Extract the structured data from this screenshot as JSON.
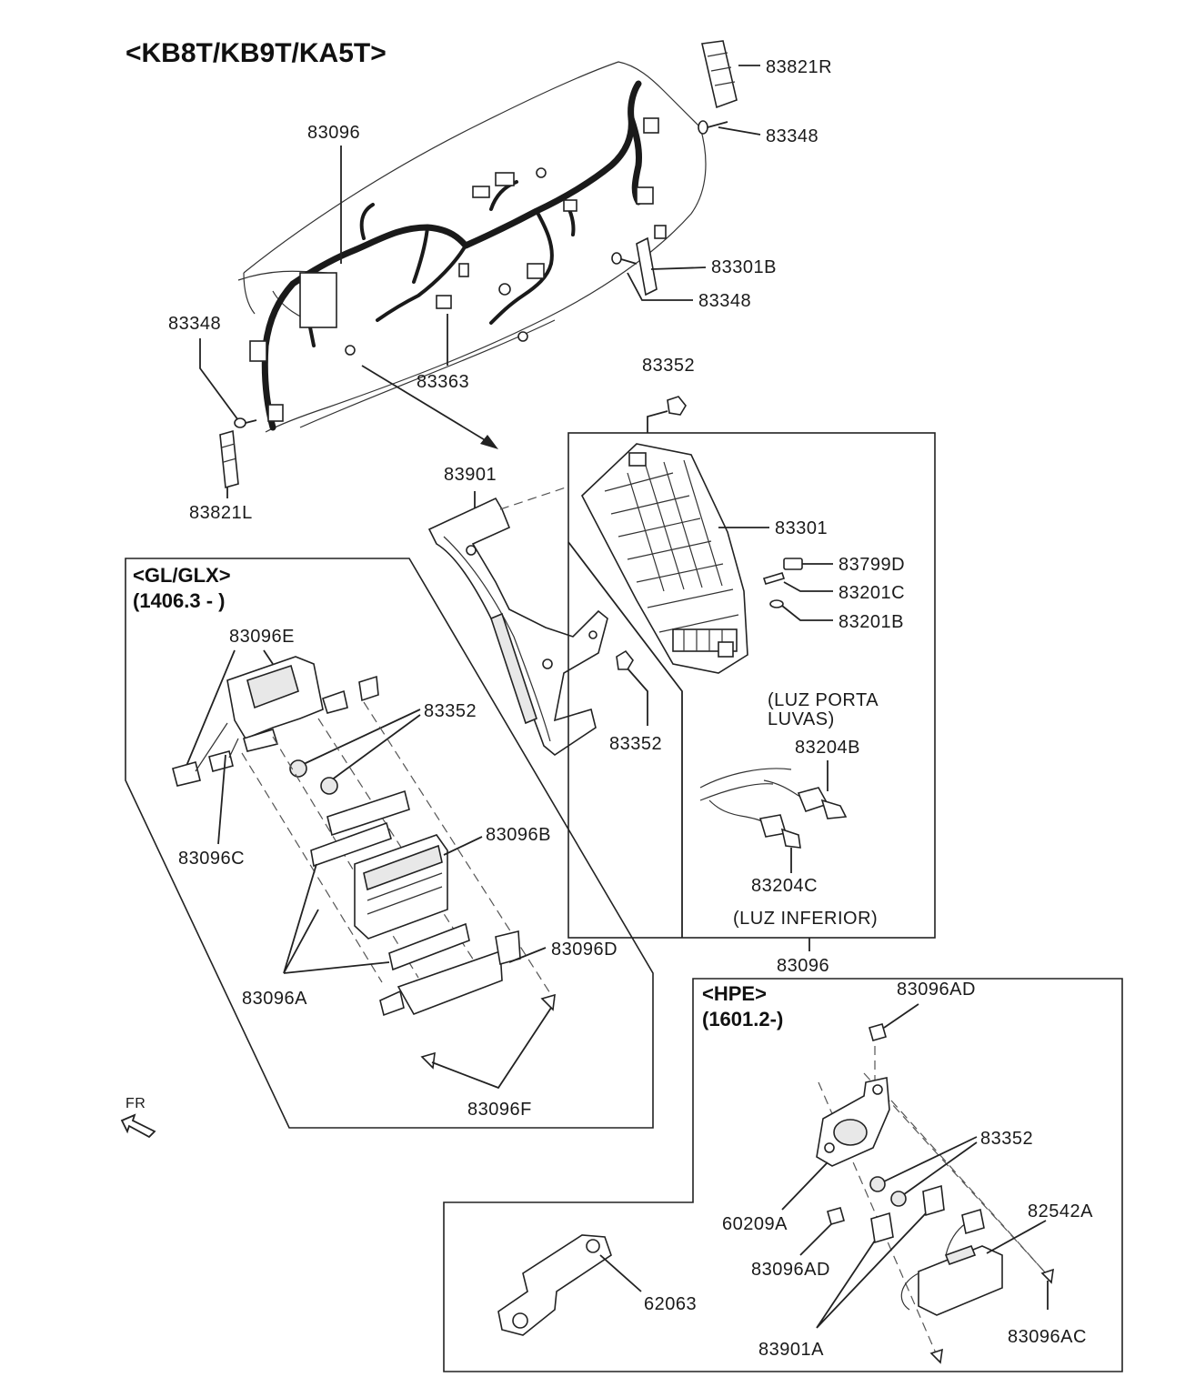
{
  "headers": {
    "main_variant": "<KB8T/KB9T/KA5T>",
    "glglx_variant": "<GL/GLX>",
    "glglx_range": "(1406.3 - )",
    "hpe_variant": "<HPE>",
    "hpe_range": "(1601.2-)",
    "luz_porta_1": "(LUZ PORTA",
    "luz_porta_2": "LUVAS)",
    "luz_inferior": "(LUZ INFERIOR)",
    "fr": "FR"
  },
  "labels": {
    "p83821R": "83821R",
    "p83348_a": "83348",
    "p83096_top": "83096",
    "p83301B": "83301B",
    "p83348_b": "83348",
    "p83348_c": "83348",
    "p83363": "83363",
    "p83352_a": "83352",
    "p83821L": "83821L",
    "p83901": "83901",
    "p83301": "83301",
    "p83799D": "83799D",
    "p83201C": "83201C",
    "p83201B": "83201B",
    "p83352_b": "83352",
    "p83204B": "83204B",
    "p83204C": "83204C",
    "p83096_box": "83096",
    "p83096E": "83096E",
    "p83352_c": "83352",
    "p83096C": "83096C",
    "p83096B": "83096B",
    "p83096D": "83096D",
    "p83096A": "83096A",
    "p83096F": "83096F",
    "p83096AD_a": "83096AD",
    "p83352_d": "83352",
    "p60209A": "60209A",
    "p82542A": "82542A",
    "p83096AD_b": "83096AD",
    "p62063": "62063",
    "p83901A": "83901A",
    "p83096AC": "83096AC"
  }
}
